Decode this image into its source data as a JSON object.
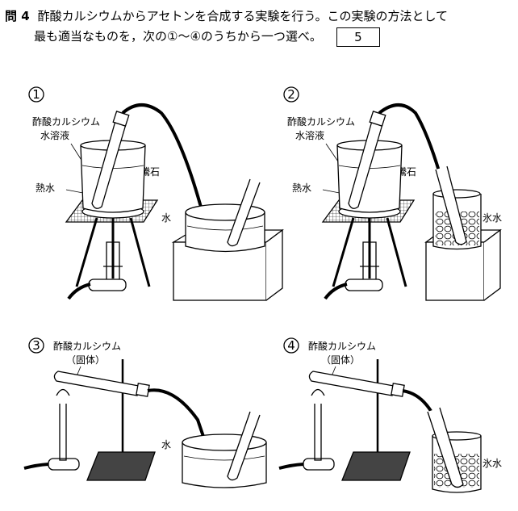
{
  "question": {
    "number": "問 4",
    "line1": "酢酸カルシウムからアセトンを合成する実験を行う。この実験の方法として",
    "line2": "最も適当なものを，次の①～④のうちから一つ選べ。",
    "answer_box": "5"
  },
  "options": [
    {
      "number": "1",
      "labels": {
        "reagent": "酢酸カルシウム",
        "reagent2": "水溶液",
        "heater": "熱水",
        "stone": "沸騰石",
        "receiver": "水"
      }
    },
    {
      "number": "2",
      "labels": {
        "reagent": "酢酸カルシウム",
        "reagent2": "水溶液",
        "heater": "熱水",
        "stone": "沸騰石",
        "receiver": "氷水"
      }
    },
    {
      "number": "3",
      "labels": {
        "reagent": "酢酸カルシウム",
        "reagent2": "（固体）",
        "receiver": "水"
      }
    },
    {
      "number": "4",
      "labels": {
        "reagent": "酢酸カルシウム",
        "reagent2": "（固体）",
        "receiver": "氷水"
      }
    }
  ]
}
